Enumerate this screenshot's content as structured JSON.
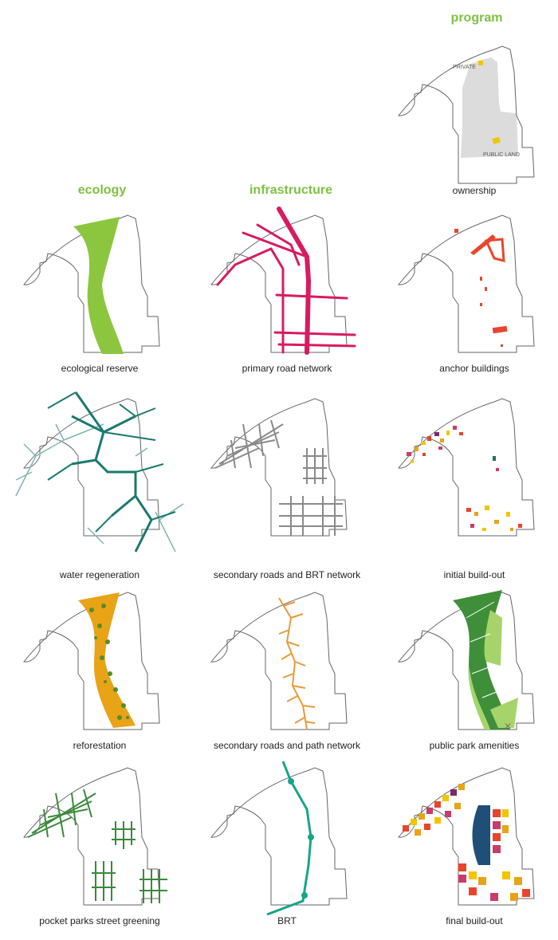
{
  "headers": {
    "ecology": "ecology",
    "infrastructure": "infrastructure",
    "program": "program"
  },
  "colors": {
    "header": "#7dc242",
    "ecology_green": "#8cc63f",
    "road_magenta": "#d81b60",
    "anchor_red": "#e8452c",
    "water_teal": "#1a7a6e",
    "water_light": "#7fb5ae",
    "secondary_gray": "#8a8a8a",
    "reforest_orange": "#e8a317",
    "reforest_green": "#5a8a2a",
    "path_orange": "#e89a3c",
    "park_dark": "#3f8f3a",
    "park_light": "#a6d46a",
    "pocket_green": "#3a8a3a",
    "brt_teal": "#17a589",
    "ownership_gray": "#dcdcdc",
    "ownership_yellow": "#f2c500"
  },
  "ownership": {
    "private_label": "PRIVATE",
    "public_label": "PUBLIC LAND"
  },
  "captions": {
    "ownership": "ownership",
    "ecological_reserve": "ecological reserve",
    "primary_road_network": "primary road network",
    "anchor_buildings": "anchor buildings",
    "water_regeneration": "water regeneration",
    "secondary_roads_brt": "secondary roads and BRT network",
    "initial_build_out": "initial build-out",
    "reforestation": "reforestation",
    "secondary_roads_path": "secondary roads and path network",
    "public_park_amenities": "public park amenities",
    "pocket_parks": "pocket parks street greening",
    "brt": "BRT",
    "final_build_out": "final build-out"
  }
}
